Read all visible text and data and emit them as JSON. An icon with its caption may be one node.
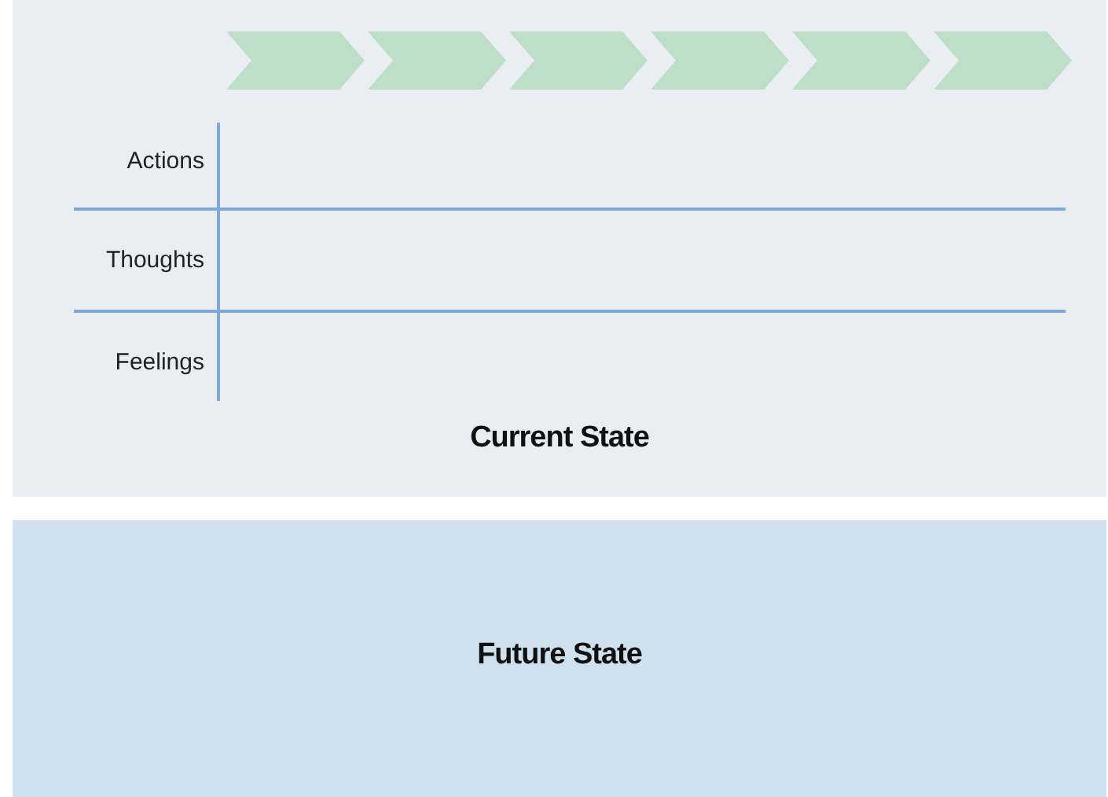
{
  "diagram": {
    "nodes": [
      {
        "text": [
          "Current State"
        ]
      },
      {
        "text": [],
        "shape": "chevron",
        "in": 0
      },
      {
        "text": [],
        "shape": "chevron",
        "in": 0
      },
      {
        "text": [],
        "shape": "chevron",
        "in": 0
      },
      {
        "text": [],
        "shape": "chevron",
        "in": 0
      },
      {
        "text": [],
        "shape": "chevron",
        "in": 0
      },
      {
        "text": [],
        "shape": "chevron",
        "in": 0
      },
      {
        "text": [
          "Future State"
        ]
      }
    ],
    "labels": [
      "Actions",
      "Thoughts",
      "Feelings"
    ]
  }
}
